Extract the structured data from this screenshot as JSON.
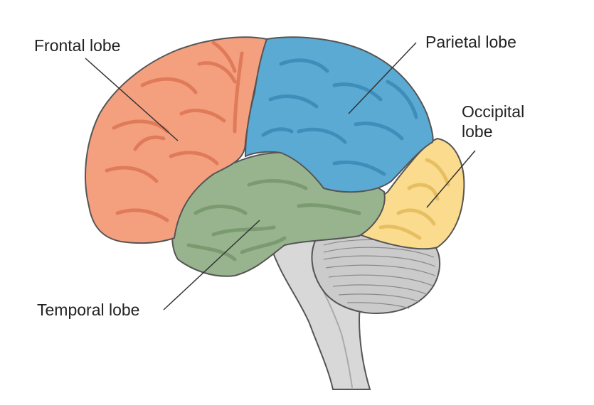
{
  "labels": {
    "frontal": "Frontal lobe",
    "parietal": "Parietal lobe",
    "occipital_line1": "Occipital",
    "occipital_line2": "lobe",
    "temporal": "Temporal lobe"
  },
  "colors": {
    "frontal": "#f4a07f",
    "parietal": "#5aaad4",
    "occipital": "#fbdc8e",
    "temporal": "#98b48e",
    "cerebellum": "#c9c9c9",
    "brainstem": "#d6d6d6",
    "leader_line": "#333333"
  }
}
